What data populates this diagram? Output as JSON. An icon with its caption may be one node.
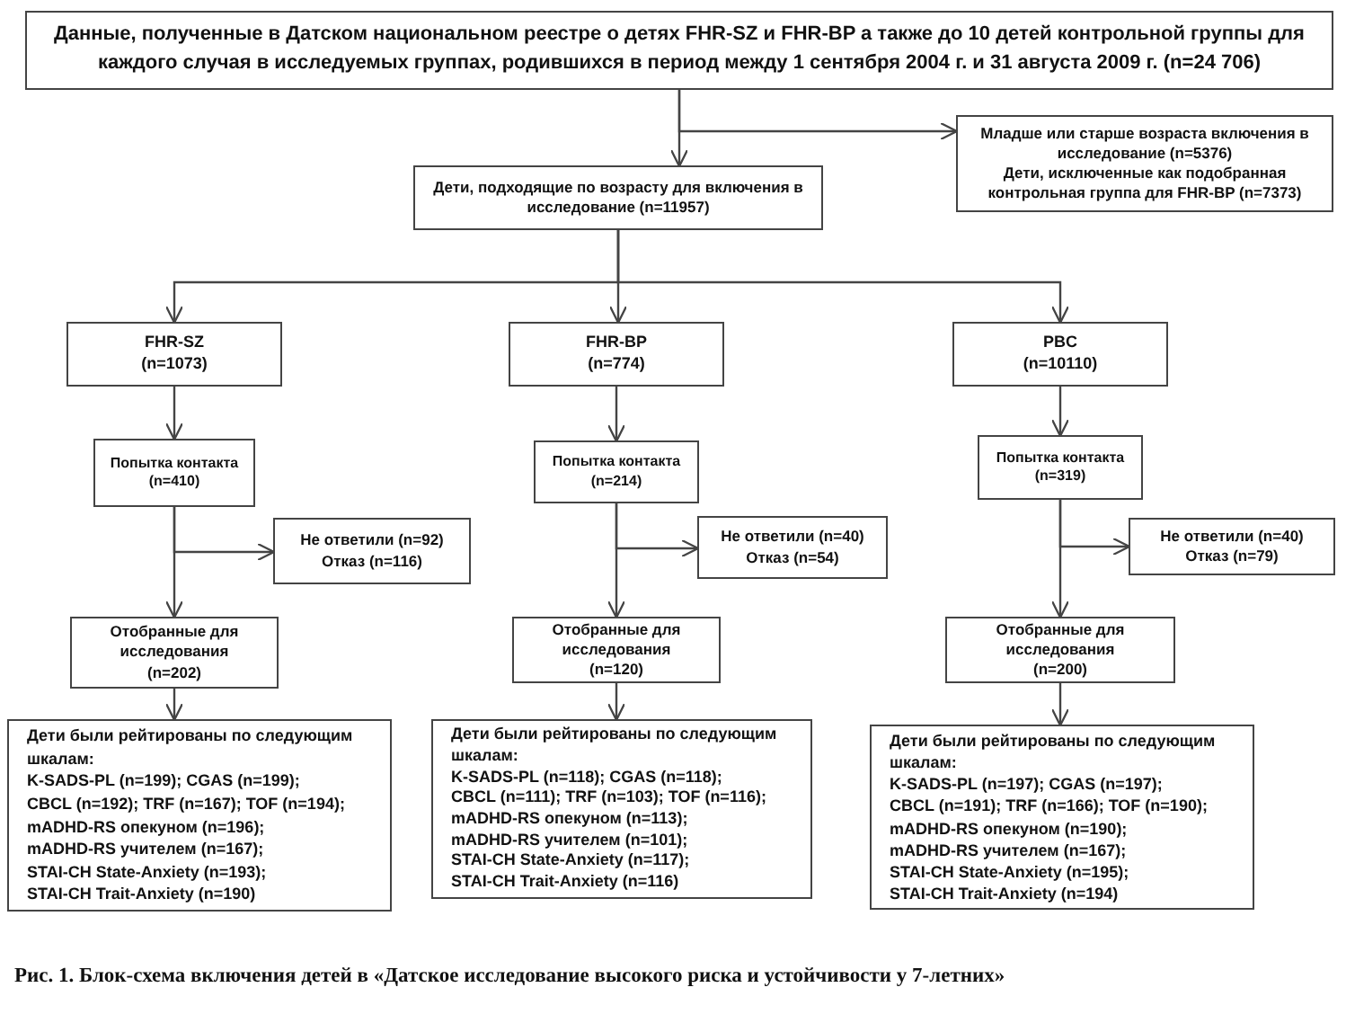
{
  "diagram": {
    "caption": "Рис. 1. Блок-схема включения детей в «Датское исследование высокого риска и устойчивости у 7-летних»",
    "nodes": [
      {
        "text": [
          "Данные, полученные в Датском национальном реестре о детях FHR-SZ и FHR-BP а также до 10 детей контрольной группы для каждого случая в исследуемых группах, родившихся в период между 1 сентября 2004 г. и 31 августа 2009 г. (n=24 706)"
        ]
      },
      {
        "text": [
          "Младше или старше возраста включения в исследование (n=5376)",
          "Дети, исключенные как подобранная контрольная группа для FHR-BP (n=7373)"
        ]
      },
      {
        "text": [
          "Дети, подходящие по возрасту для включения в исследование (n=11957)"
        ]
      },
      {
        "text": [
          "FHR-SZ",
          "(n=1073)"
        ]
      },
      {
        "text": [
          "FHR-BP",
          "(n=774)"
        ]
      },
      {
        "text": [
          "PBC",
          "(n=10110)"
        ]
      },
      {
        "text": [
          "Попытка контакта",
          "(n=410)"
        ]
      },
      {
        "text": [
          "Попытка контакта",
          "(n=214)"
        ]
      },
      {
        "text": [
          "Попытка контакта",
          "(n=319)"
        ]
      },
      {
        "text": [
          "Не ответили (n=92)",
          "Отказ (n=116)"
        ]
      },
      {
        "text": [
          "Не ответили (n=40)",
          "Отказ (n=54)"
        ]
      },
      {
        "text": [
          "Не ответили (n=40)",
          "Отказ (n=79)"
        ]
      },
      {
        "text": [
          "Отобранные для исследования",
          "(n=202)"
        ]
      },
      {
        "text": [
          "Отобранные для исследования",
          "(n=120)"
        ]
      },
      {
        "text": [
          "Отобранные для исследования",
          "(n=200)"
        ]
      },
      {
        "text": [
          "Дети были рейтированы по следующим шкалам:",
          "K-SADS-PL (n=199); CGAS (n=199);",
          "CBCL (n=192); TRF (n=167); TOF (n=194);",
          "mADHD-RS опекуном (n=196);",
          "mADHD-RS учителем (n=167);",
          "STAI-CH State-Anxiety (n=193);",
          "STAI-CH Trait-Anxiety (n=190)"
        ]
      },
      {
        "text": [
          "Дети были рейтированы по следующим шкалам:",
          "K-SADS-PL (n=118); CGAS (n=118);",
          "CBCL (n=111); TRF (n=103); TOF (n=116);",
          "mADHD-RS опекуном (n=113);",
          "mADHD-RS учителем (n=101);",
          "STAI-CH State-Anxiety (n=117);",
          "STAI-CH Trait-Anxiety (n=116)"
        ]
      },
      {
        "text": [
          "Дети были рейтированы по следующим шкалам:",
          "K-SADS-PL (n=197); CGAS (n=197);",
          "CBCL (n=191); TRF (n=166); TOF (n=190);",
          "mADHD-RS опекуном (n=190);",
          "mADHD-RS учителем (n=167);",
          "STAI-CH State-Anxiety (n=195);",
          "STAI-CH Trait-Anxiety (n=194)"
        ]
      }
    ],
    "edges": [
      {
        "from": 0,
        "to": 2,
        "arrow": "to"
      },
      {
        "from": 0,
        "to": 1,
        "arrow": "to"
      },
      {
        "from": 2,
        "to": 3,
        "arrow": "to"
      },
      {
        "from": 2,
        "to": 4,
        "arrow": "to"
      },
      {
        "from": 2,
        "to": 5,
        "arrow": "to"
      },
      {
        "from": 3,
        "to": 6,
        "arrow": "to"
      },
      {
        "from": 4,
        "to": 7,
        "arrow": "to"
      },
      {
        "from": 5,
        "to": 8,
        "arrow": "to"
      },
      {
        "from": 6,
        "to": 9,
        "arrow": "to"
      },
      {
        "from": 7,
        "to": 10,
        "arrow": "to"
      },
      {
        "from": 8,
        "to": 11,
        "arrow": "to"
      },
      {
        "from": 6,
        "to": 12,
        "arrow": "to"
      },
      {
        "from": 7,
        "to": 13,
        "arrow": "to"
      },
      {
        "from": 8,
        "to": 14,
        "arrow": "to"
      },
      {
        "from": 12,
        "to": 15,
        "arrow": "to"
      },
      {
        "from": 13,
        "to": 16,
        "arrow": "to"
      },
      {
        "from": 14,
        "to": 17,
        "arrow": "to"
      }
    ]
  }
}
